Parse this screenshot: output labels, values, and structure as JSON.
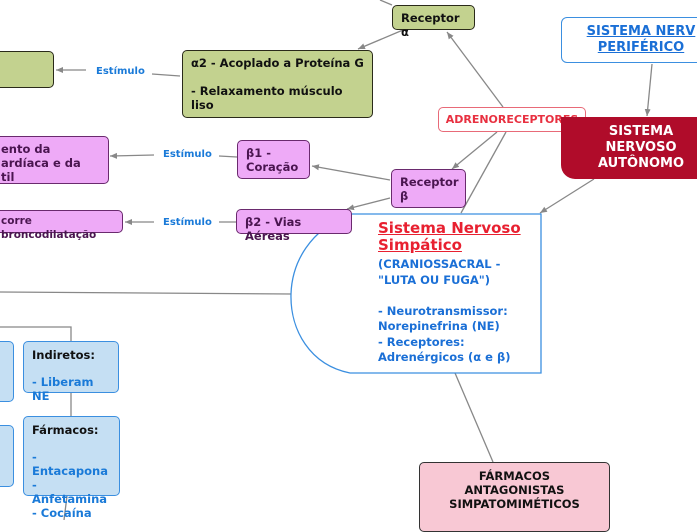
{
  "colors": {
    "link": "#888888",
    "stimulus_label": "#1a7ad8",
    "alpha_fill": "#c3d28f",
    "beta_fill": "#eeaaf7",
    "blue_fill": "#c5dff3",
    "sna_fill": "#b00c2a",
    "adreno_text": "#e83040",
    "snp_title": "#e82030",
    "snp_text": "#1a6fd6",
    "antag_fill": "#f8c8d4"
  },
  "nodes": {
    "receptor_alpha": "Receptor α",
    "alpha2_title": "α2 - Acoplado a Proteína G",
    "alpha2_body": "- Relaxamento músculo liso",
    "beta1": "β1 - Coração",
    "beta1_effect": "…ento da …ardíaca e da …til",
    "beta1_effect_lines": [
      "ento da",
      "ardíaca e da",
      "til"
    ],
    "receptor_beta_lines": [
      "Receptor",
      "β"
    ],
    "beta2": "β2 - Vias Aéreas",
    "beta2_effect": "corre broncodilatação",
    "adrenoreceptores": "ADRENORECEPTORES",
    "snp_lines": [
      "SISTEMA NERV",
      "PERIFÉRICO"
    ],
    "sna_lines": [
      "SISTEMA",
      "NERVOSO",
      "AUTÔNOMO"
    ],
    "simpatico_title_lines": [
      "Sistema Nervoso ",
      "Simpático"
    ],
    "simpatico_body_lines": [
      "(CRANIOSSACRAL -",
      "\"LUTA OU FUGA\")",
      "",
      "- Neurotransmissor:",
      "Norepinefrina (NE)",
      "- Receptores:",
      "Adrenérgicos (α e β)"
    ],
    "indiretos_title": "Indiretos:",
    "indiretos_body": "- Liberam NE",
    "farmacos_title": "Fármacos:",
    "farmacos_items": [
      "- Entacapona",
      "- Anfetamina",
      "- Cocaína"
    ],
    "antagonistas_lines": [
      "FÁRMACOS",
      "ANTAGONISTAS",
      "SIMPATOMIMÉTICOS"
    ]
  },
  "links": {
    "stimulus_alpha": "Estímulo",
    "stimulus_beta1": "Estímulo",
    "stimulus_beta2": "Estímulo"
  }
}
